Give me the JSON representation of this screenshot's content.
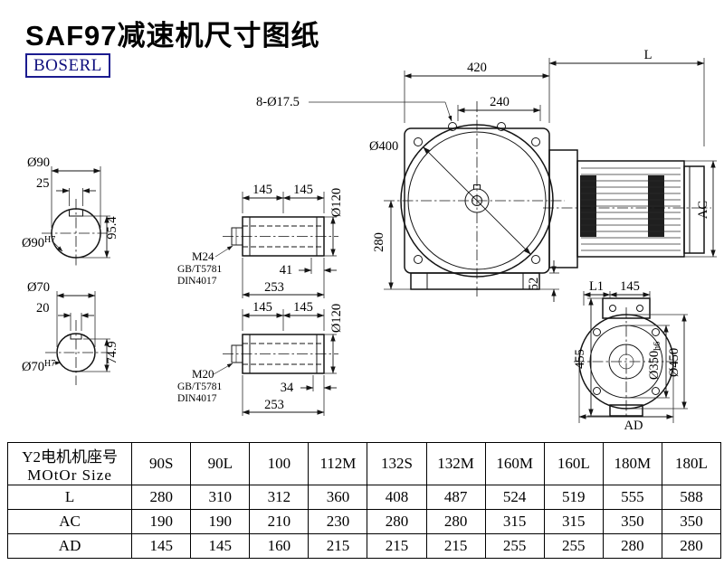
{
  "page": {
    "title": "SAF97减速机尺寸图纸",
    "brand": "BOSERL"
  },
  "views": {
    "shaft_end_1": {
      "dia": "Ø90",
      "key_width": "25",
      "height": "95.4",
      "bore": "Ø90",
      "bore_tol": "H7"
    },
    "shaft_end_2": {
      "dia": "Ø70",
      "key_width": "20",
      "height": "74.9",
      "bore": "Ø70",
      "bore_tol": "H7"
    },
    "hollow_shaft_1": {
      "len_a": "145",
      "len_b": "145",
      "dia": "Ø120",
      "thread": "M24",
      "std_gb": "GB/T5781",
      "std_din": "DIN4017",
      "bolt_len": "41",
      "total_len": "253"
    },
    "hollow_shaft_2": {
      "len_a": "145",
      "len_b": "145",
      "dia": "Ø120",
      "thread": "M20",
      "std_gb": "GB/T5781",
      "std_din": "DIN4017",
      "bolt_len": "34",
      "total_len": "253"
    },
    "front": {
      "overall_width": "420",
      "motor_len": "L",
      "bolt_holes": "8-Ø17.5",
      "center_to_edge": "240",
      "flange_dia": "Ø400",
      "center_height": "280",
      "foot_height": "52",
      "motor_height": "AC"
    },
    "side": {
      "l1": "L1",
      "mid_len": "145",
      "height": "455",
      "spigot_dia": "Ø350",
      "spigot_tol": "h6",
      "flange_dia": "Ø450",
      "ad": "AD"
    }
  },
  "table": {
    "header_cn": "Y2电机机座号",
    "header_en": "MOtOr Size",
    "frame_sizes": [
      "90S",
      "90L",
      "100",
      "112M",
      "132S",
      "132M",
      "160M",
      "160L",
      "180M",
      "180L"
    ],
    "rows": [
      {
        "label": "L",
        "values": [
          "280",
          "310",
          "312",
          "360",
          "408",
          "487",
          "524",
          "519",
          "555",
          "588"
        ]
      },
      {
        "label": "AC",
        "values": [
          "190",
          "190",
          "210",
          "230",
          "280",
          "280",
          "315",
          "315",
          "350",
          "350"
        ]
      },
      {
        "label": "AD",
        "values": [
          "145",
          "145",
          "160",
          "215",
          "215",
          "215",
          "255",
          "255",
          "280",
          "280"
        ]
      }
    ]
  }
}
